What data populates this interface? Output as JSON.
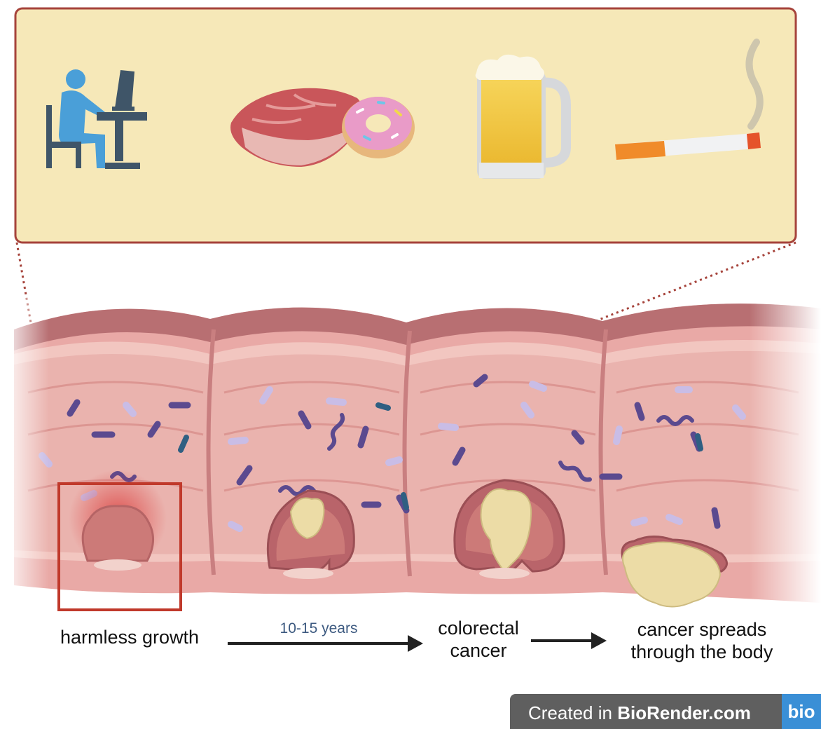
{
  "labels": {
    "growth": "harmless growth",
    "years": "10-15 years",
    "cancer_line1": "colorectal",
    "cancer_line2": "cancer",
    "spread_line1": "cancer spreads",
    "spread_line2": "through the body"
  },
  "badge": {
    "prefix": "Created in ",
    "brand": "BioRender.com",
    "logo": "bio"
  },
  "icons": [
    "sedentary-desk-worker-icon",
    "red-meat-icon",
    "donut-icon",
    "beer-mug-icon",
    "cigarette-icon"
  ],
  "colors": {
    "panel_fill": "#f6e8b8",
    "panel_border": "#a6433b",
    "colon_wall": "#e9a9a6",
    "highlight_box": "#c0392b",
    "tumor": "#ecdca6",
    "badge": "#5f5f5f"
  }
}
